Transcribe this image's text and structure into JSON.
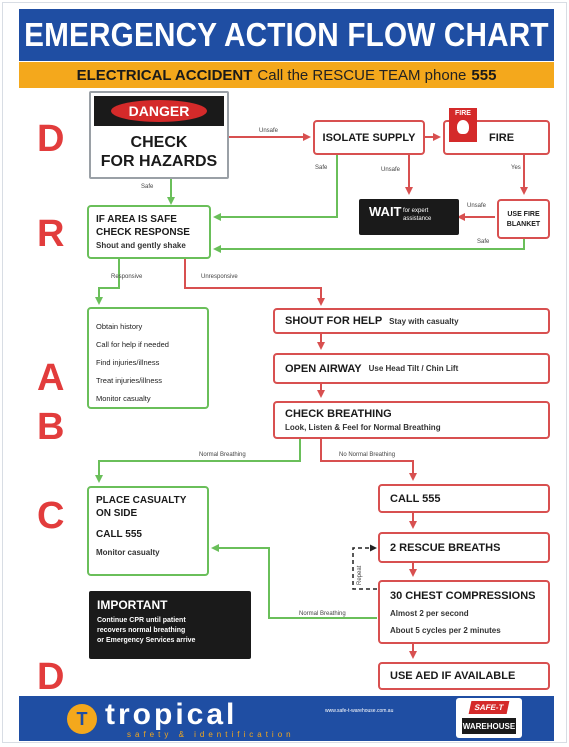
{
  "title": "EMERGENCY ACTION FLOW CHART",
  "subtitle": {
    "part1": "ELECTRICAL ACCIDENT",
    "part2": "Call the RESCUE TEAM phone",
    "part3": "555"
  },
  "letters": [
    "D",
    "R",
    "A",
    "B",
    "C",
    "D"
  ],
  "nodes": {
    "danger": {
      "sign": "DANGER",
      "line1": "CHECK",
      "line2": "FOR HAZARDS"
    },
    "isolate": "ISOLATE SUPPLY",
    "fire": {
      "sign": "FIRE",
      "label": "FIRE"
    },
    "wait": {
      "main": "WAIT",
      "sub": "for expert assistance"
    },
    "blanket": {
      "line1": "USE FIRE",
      "line2": "BLANKET"
    },
    "response": {
      "line1": "IF AREA IS SAFE",
      "line2": "CHECK RESPONSE",
      "line3": "Shout and gently shake"
    },
    "responsive_list": [
      "Obtain history",
      "Call for help if needed",
      "Find injuries/illness",
      "Treat injuries/illness",
      "Monitor casualty"
    ],
    "shout": {
      "main": "SHOUT FOR HELP",
      "sub": "Stay with casualty"
    },
    "airway": {
      "main": "OPEN AIRWAY",
      "sub": "Use Head Tilt / Chin Lift"
    },
    "breathing": {
      "main": "CHECK BREATHING",
      "sub": "Look, Listen & Feel for Normal Breathing"
    },
    "side": {
      "line1": "PLACE CASUALTY",
      "line2": "ON SIDE",
      "line3": "CALL 555",
      "line4": "Monitor casualty"
    },
    "call": "CALL 555",
    "breaths": "2 RESCUE BREATHS",
    "compressions": {
      "line1": "30 CHEST COMPRESSIONS",
      "line2": "Almost 2 per second",
      "line3": "About 5 cycles per 2 minutes"
    },
    "important": {
      "title": "IMPORTANT",
      "line1": "Continue CPR until patient",
      "line2": "recovers normal breathing",
      "line3": "or Emergency Services arrive"
    },
    "aed": "USE AED IF AVAILABLE"
  },
  "edge_labels": {
    "unsafe_isolate": "Unsafe",
    "safe_isolate": "Safe",
    "unsafe_wait": "Unsafe",
    "yes_fire": "Yes",
    "unsafe_blanket": "Unsafe",
    "safe_blanket": "Safe",
    "safe_danger": "Safe",
    "responsive": "Responsive",
    "unresponsive": "Unresponsive",
    "normal_breathing": "Normal Breathing",
    "no_normal_breathing": "No Normal Breathing",
    "repeat": "Repeat",
    "normal_breathing_2": "Normal Breathing"
  },
  "footer": {
    "logo_mark": "T",
    "brand": "tropical",
    "tagline": "safety & identification",
    "url": "www.safe-t-warehouse.com.au",
    "badge_top": "SAFE-T",
    "badge_bottom": "WAREHOUSE"
  },
  "colors": {
    "blue": "#1f4ea3",
    "orange": "#f4a81c",
    "red": "#d85050",
    "green": "#6abf5a",
    "black": "#1a1a1a",
    "letter_red": "#e23c3c"
  }
}
